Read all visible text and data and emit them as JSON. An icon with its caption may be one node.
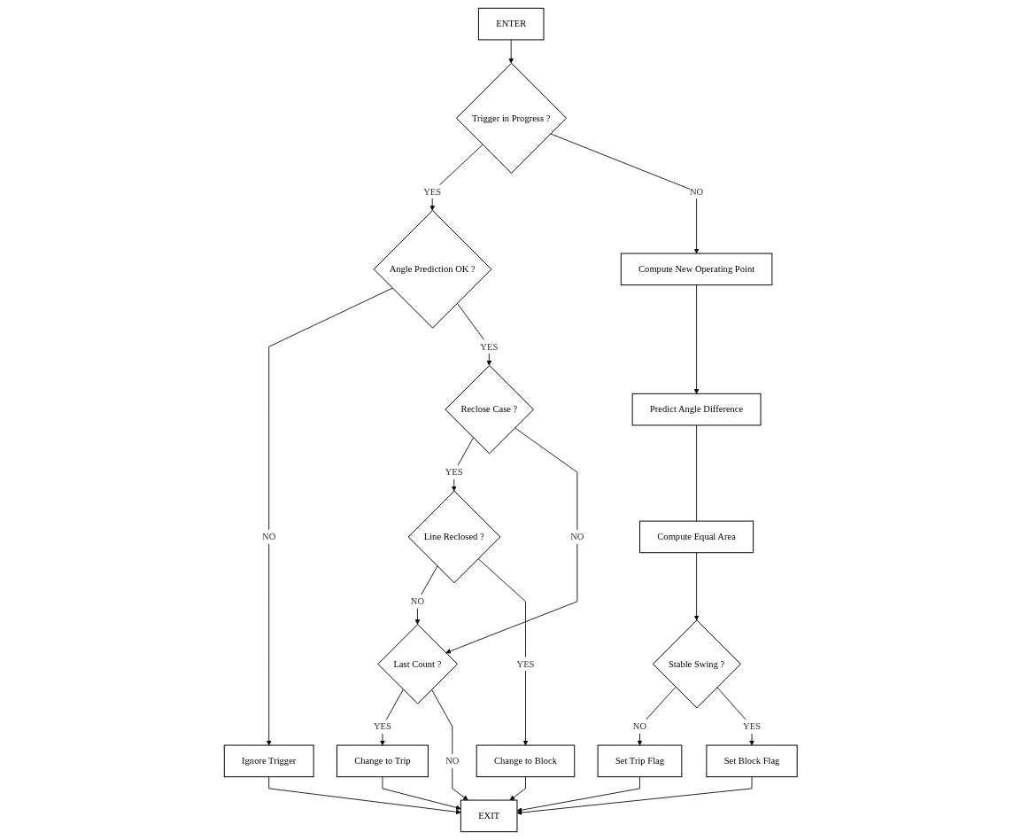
{
  "diagram": {
    "nodes": [
      {
        "text": [
          "ENTER"
        ]
      },
      {
        "text": [
          "Trigger in Progress ?"
        ]
      },
      {
        "text": [
          "Angle Prediction OK ?"
        ]
      },
      {
        "text": [
          "Compute New Operating Point"
        ]
      },
      {
        "text": [
          "Ignore Trigger"
        ]
      },
      {
        "text": [
          "Reclose Case ?"
        ]
      },
      {
        "text": [
          "Predict Angle Difference"
        ]
      },
      {
        "text": [
          "Line Reclosed ?"
        ]
      },
      {
        "text": [
          "Compute Equal Area"
        ]
      },
      {
        "text": [
          "Last Count ?"
        ]
      },
      {
        "text": [
          "Stable Swing ?"
        ]
      },
      {
        "text": [
          "Change to Block"
        ]
      },
      {
        "text": [
          "Change to Trip"
        ]
      },
      {
        "text": [
          "Set Trip Flag"
        ]
      },
      {
        "text": [
          "Set Block Flag"
        ]
      },
      {
        "text": [
          "EXIT"
        ]
      }
    ],
    "edges": [
      {
        "from": 0,
        "to": 1,
        "arrow": "to"
      },
      {
        "from": 1,
        "to": 2,
        "label": "YES",
        "arrow": "to"
      },
      {
        "from": 1,
        "to": 3,
        "label": "NO",
        "arrow": "to"
      },
      {
        "from": 2,
        "to": 4,
        "label": "NO",
        "arrow": "to"
      },
      {
        "from": 2,
        "to": 5,
        "label": "YES",
        "arrow": "to"
      },
      {
        "from": 3,
        "to": 6,
        "arrow": "to"
      },
      {
        "from": 6,
        "to": 8,
        "arrow": "none"
      },
      {
        "from": 5,
        "to": 7,
        "label": "YES",
        "arrow": "to"
      },
      {
        "from": 5,
        "to": 9,
        "label": "NO",
        "arrow": "to"
      },
      {
        "from": 7,
        "to": 9,
        "label": "NO",
        "arrow": "to"
      },
      {
        "from": 7,
        "to": 11,
        "label": "YES",
        "arrow": "to"
      },
      {
        "from": 8,
        "to": 10,
        "arrow": "to"
      },
      {
        "from": 9,
        "to": 12,
        "label": "YES",
        "arrow": "to"
      },
      {
        "from": 9,
        "to": 15,
        "label": "NO",
        "arrow": "to"
      },
      {
        "from": 10,
        "to": 13,
        "label": "NO",
        "arrow": "to"
      },
      {
        "from": 10,
        "to": 14,
        "label": "YES",
        "arrow": "to"
      },
      {
        "from": 4,
        "to": 15,
        "arrow": "to"
      },
      {
        "from": 11,
        "to": 15,
        "arrow": "to"
      },
      {
        "from": 12,
        "to": 15,
        "arrow": "to"
      },
      {
        "from": 13,
        "to": 15,
        "arrow": "to"
      },
      {
        "from": 14,
        "to": 15,
        "arrow": "to"
      }
    ]
  }
}
